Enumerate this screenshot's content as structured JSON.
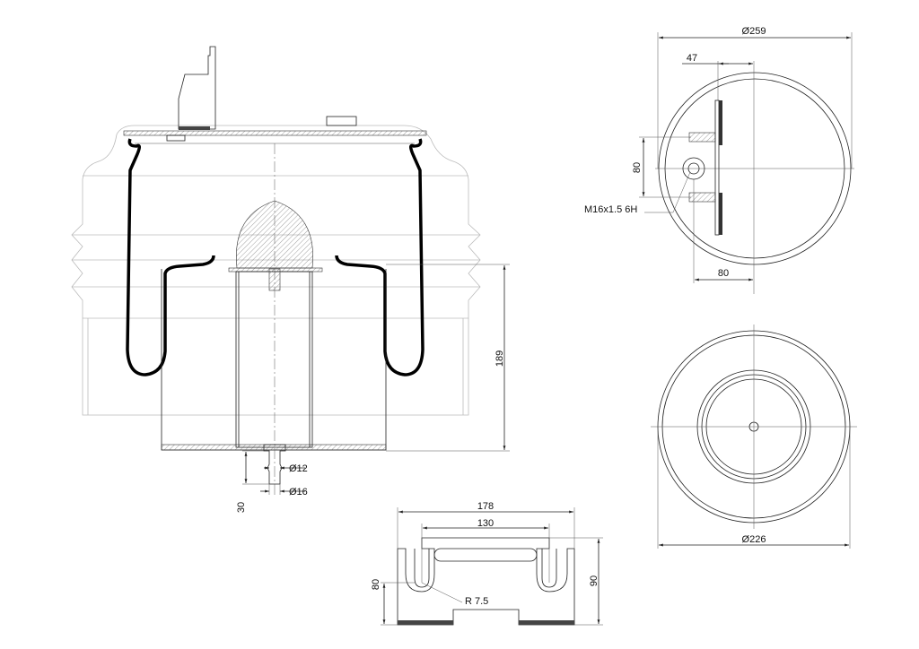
{
  "drawing": {
    "side_view": {
      "height_label": "189",
      "pin_diameter_small": "Ø12",
      "pin_diameter_large": "Ø16",
      "pin_length": "30"
    },
    "top_view": {
      "diameter_label": "Ø259",
      "offset_label": "47",
      "stud_spacing_label": "80",
      "thread_label": "M16x1.5 6H",
      "stud_offset_label": "80"
    },
    "bottom_view": {
      "diameter_label": "Ø226"
    },
    "bracket_view": {
      "width_outer_label": "178",
      "width_inner_label": "130",
      "height_inner_label": "80",
      "height_outer_label": "90",
      "radius_label": "R 7.5"
    }
  }
}
